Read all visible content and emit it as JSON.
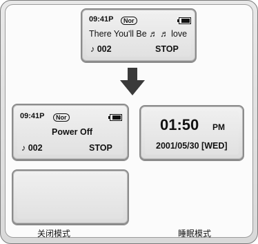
{
  "top_display": {
    "time": "09:41P",
    "mode": "Nor",
    "scroll_text": "There You'll Be ♬ ♬ love",
    "track": "♪ 002",
    "state": "STOP"
  },
  "power_off_display": {
    "time": "09:41P",
    "mode": "Nor",
    "message": "Power Off",
    "track": "♪ 002",
    "state": "STOP"
  },
  "clock_display": {
    "time": "01:50",
    "ampm": "PM",
    "date": "2001/05/30 [WED]"
  },
  "captions": {
    "off_mode": "关闭模式",
    "sleep_mode": "睡眠模式"
  }
}
